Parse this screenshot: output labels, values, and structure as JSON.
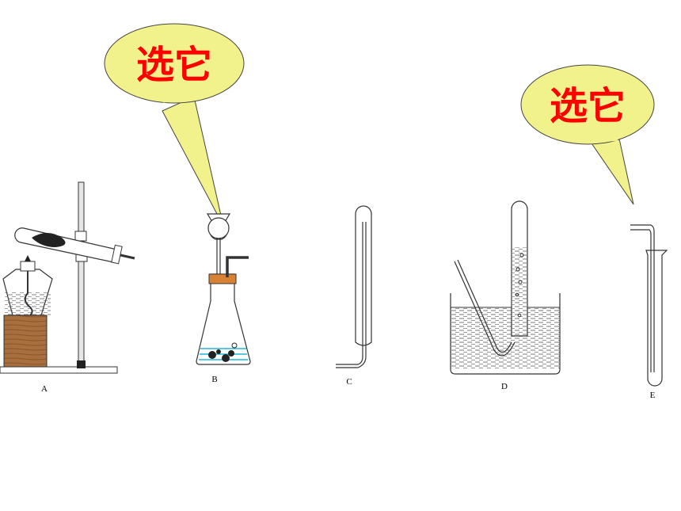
{
  "callouts": [
    {
      "text": "选它",
      "target": "B"
    },
    {
      "text": "选它",
      "target": "E"
    }
  ],
  "apparatus": [
    {
      "label": "A",
      "icon": "heated-test-tube-icon"
    },
    {
      "label": "B",
      "icon": "conical-flask-with-funnel-icon"
    },
    {
      "label": "C",
      "icon": "inverted-tube-upward-collection-icon"
    },
    {
      "label": "D",
      "icon": "water-displacement-collection-icon"
    },
    {
      "label": "E",
      "icon": "upright-tube-downward-collection-icon"
    }
  ],
  "colors": {
    "callout_fill": "#f2f28c",
    "callout_text": "#ff0000",
    "wood": "#a0683a",
    "water_line": "#21b7d6"
  }
}
